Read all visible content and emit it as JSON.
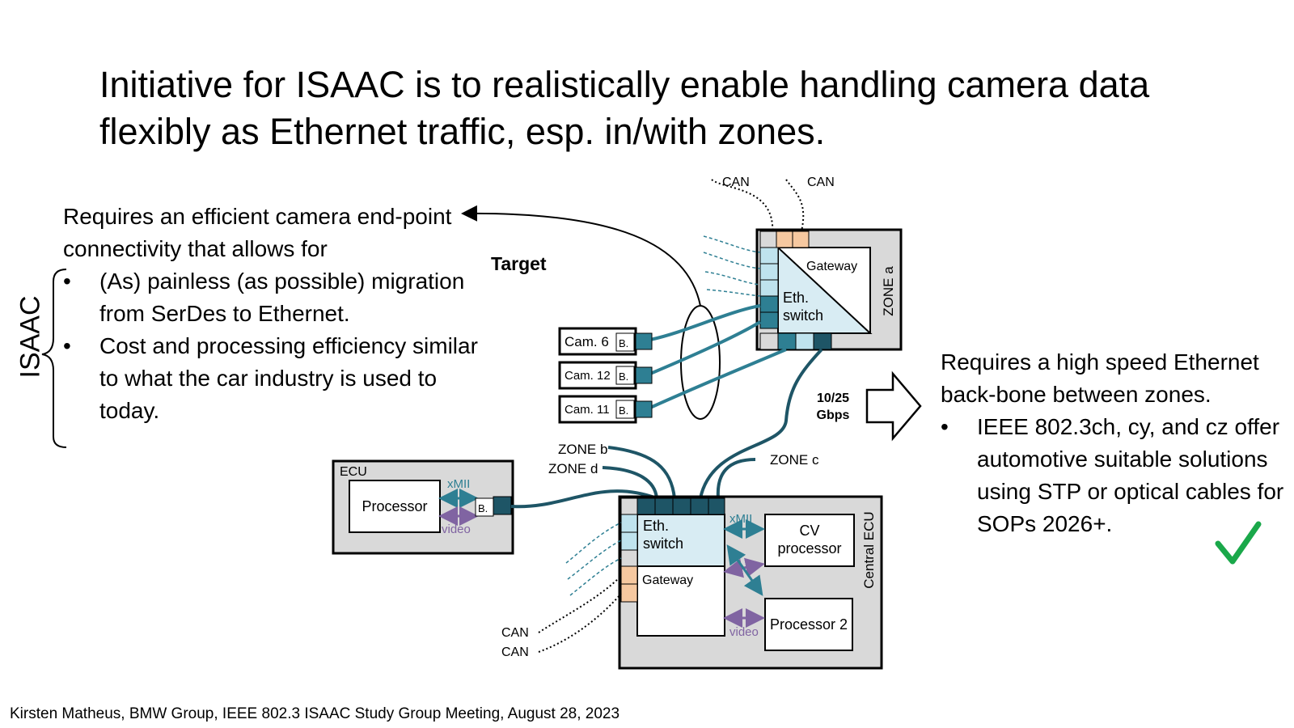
{
  "title": "Initiative for ISAAC is to realistically enable handling camera data flexibly as Ethernet traffic, esp. in/with zones.",
  "left": {
    "intro": "Requires an efficient camera end-point connectivity that allows for",
    "bullets": [
      "(As) painless (as possible) migration from SerDes to Ethernet.",
      "Cost and processing efficiency similar to what the car industry is used to today."
    ],
    "brace_label": "ISAAC"
  },
  "right": {
    "intro": "Requires a high speed Ethernet back-bone between zones.",
    "bullets": [
      "IEEE 802.3ch, cy, and cz offer automotive suitable solutions using STP or optical cables for SOPs 2026+."
    ]
  },
  "diagram": {
    "target_label": "Target",
    "can_top_1": "CAN",
    "can_top_2": "CAN",
    "gateway_top": "Gateway",
    "eth_switch_top_1": "Eth.",
    "eth_switch_top_2": "switch",
    "zone_a": "ZONE a",
    "cam6": "Cam. 6",
    "cam12": "Cam. 12",
    "cam11": "Cam. 11",
    "bridge": "B.",
    "speed_1": "10/25",
    "speed_2": "Gbps",
    "zone_b": "ZONE b",
    "zone_d": "ZONE d",
    "zone_c": "ZONE c",
    "ecu": "ECU",
    "processor": "Processor",
    "xmii": "xMII",
    "video": "video",
    "eth_switch_bottom_1": "Eth.",
    "eth_switch_bottom_2": "switch",
    "gateway_bottom": "Gateway",
    "cv_processor_1": "CV",
    "cv_processor_2": "processor",
    "processor2": "Processor 2",
    "central_ecu": "Central ECU",
    "can_bottom_1": "CAN",
    "can_bottom_2": "CAN"
  },
  "footer": "Kirsten Matheus, BMW Group, IEEE 802.3 ISAAC Study Group Meeting, August 28, 2023",
  "colors": {
    "teal": "#2e7f93",
    "dark_teal": "#1e5566",
    "light_blue": "#d8ecf3",
    "port_light": "#bfe3ee",
    "orange": "#f6c8a0",
    "grey_box": "#d9d9d9",
    "purple": "#8064a2",
    "green_check": "#1aa84a"
  }
}
